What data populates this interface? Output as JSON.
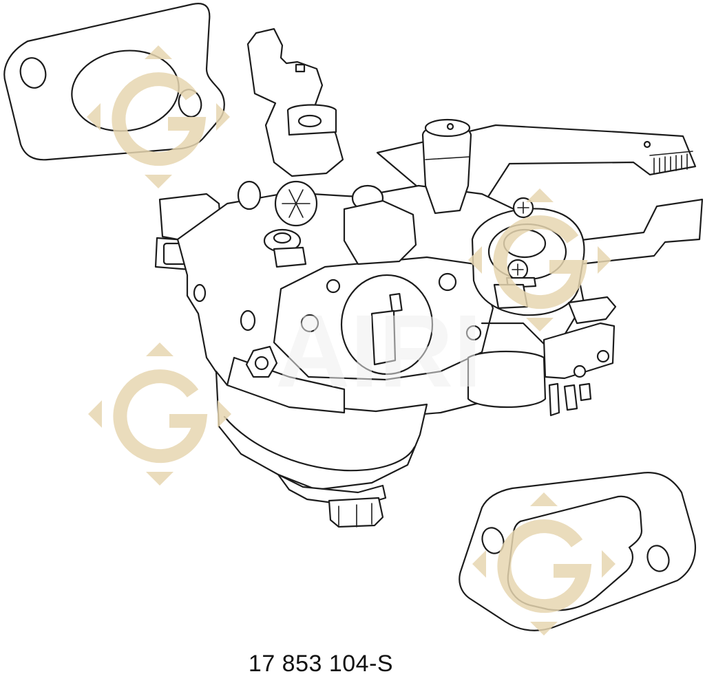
{
  "part_number": "17 853 104-S",
  "watermark": {
    "mark": "G",
    "text": "AIRI",
    "color": "#e7d6b0"
  },
  "colors": {
    "line": "#1c1c1c",
    "background": "#ffffff"
  },
  "components": [
    "upper-gasket",
    "carburetor",
    "lower-gasket"
  ]
}
